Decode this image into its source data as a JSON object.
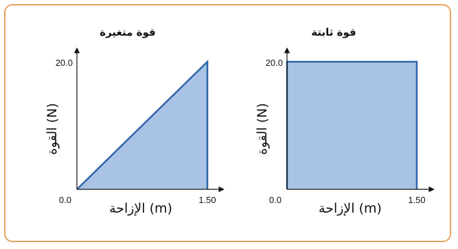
{
  "chart_data": [
    {
      "type": "area",
      "title": "قوة متغيرة",
      "xlabel": "الإزاحة (m)",
      "ylabel": "القوة (N)",
      "x": [
        0.0,
        1.5
      ],
      "y": [
        0.0,
        20.0
      ],
      "xlim": [
        0.0,
        1.5
      ],
      "ylim": [
        0.0,
        20.0
      ],
      "x_ticks": [
        "0.0",
        "1.50"
      ],
      "y_ticks": [
        "20.0"
      ],
      "grid": false,
      "fill_color": "#a8c3e3",
      "line_color": "#2f63a8"
    },
    {
      "type": "area",
      "title": "قوة ثابتة",
      "xlabel": "الإزاحة (m)",
      "ylabel": "القوة (N)",
      "x": [
        0.0,
        1.5
      ],
      "y": [
        20.0,
        20.0
      ],
      "xlim": [
        0.0,
        1.5
      ],
      "ylim": [
        0.0,
        20.0
      ],
      "x_ticks": [
        "0.0",
        "1.50"
      ],
      "y_ticks": [
        "20.0"
      ],
      "grid": false,
      "fill_color": "#a8c3e3",
      "line_color": "#2f63a8"
    }
  ],
  "frame_color": "#e9a15f"
}
